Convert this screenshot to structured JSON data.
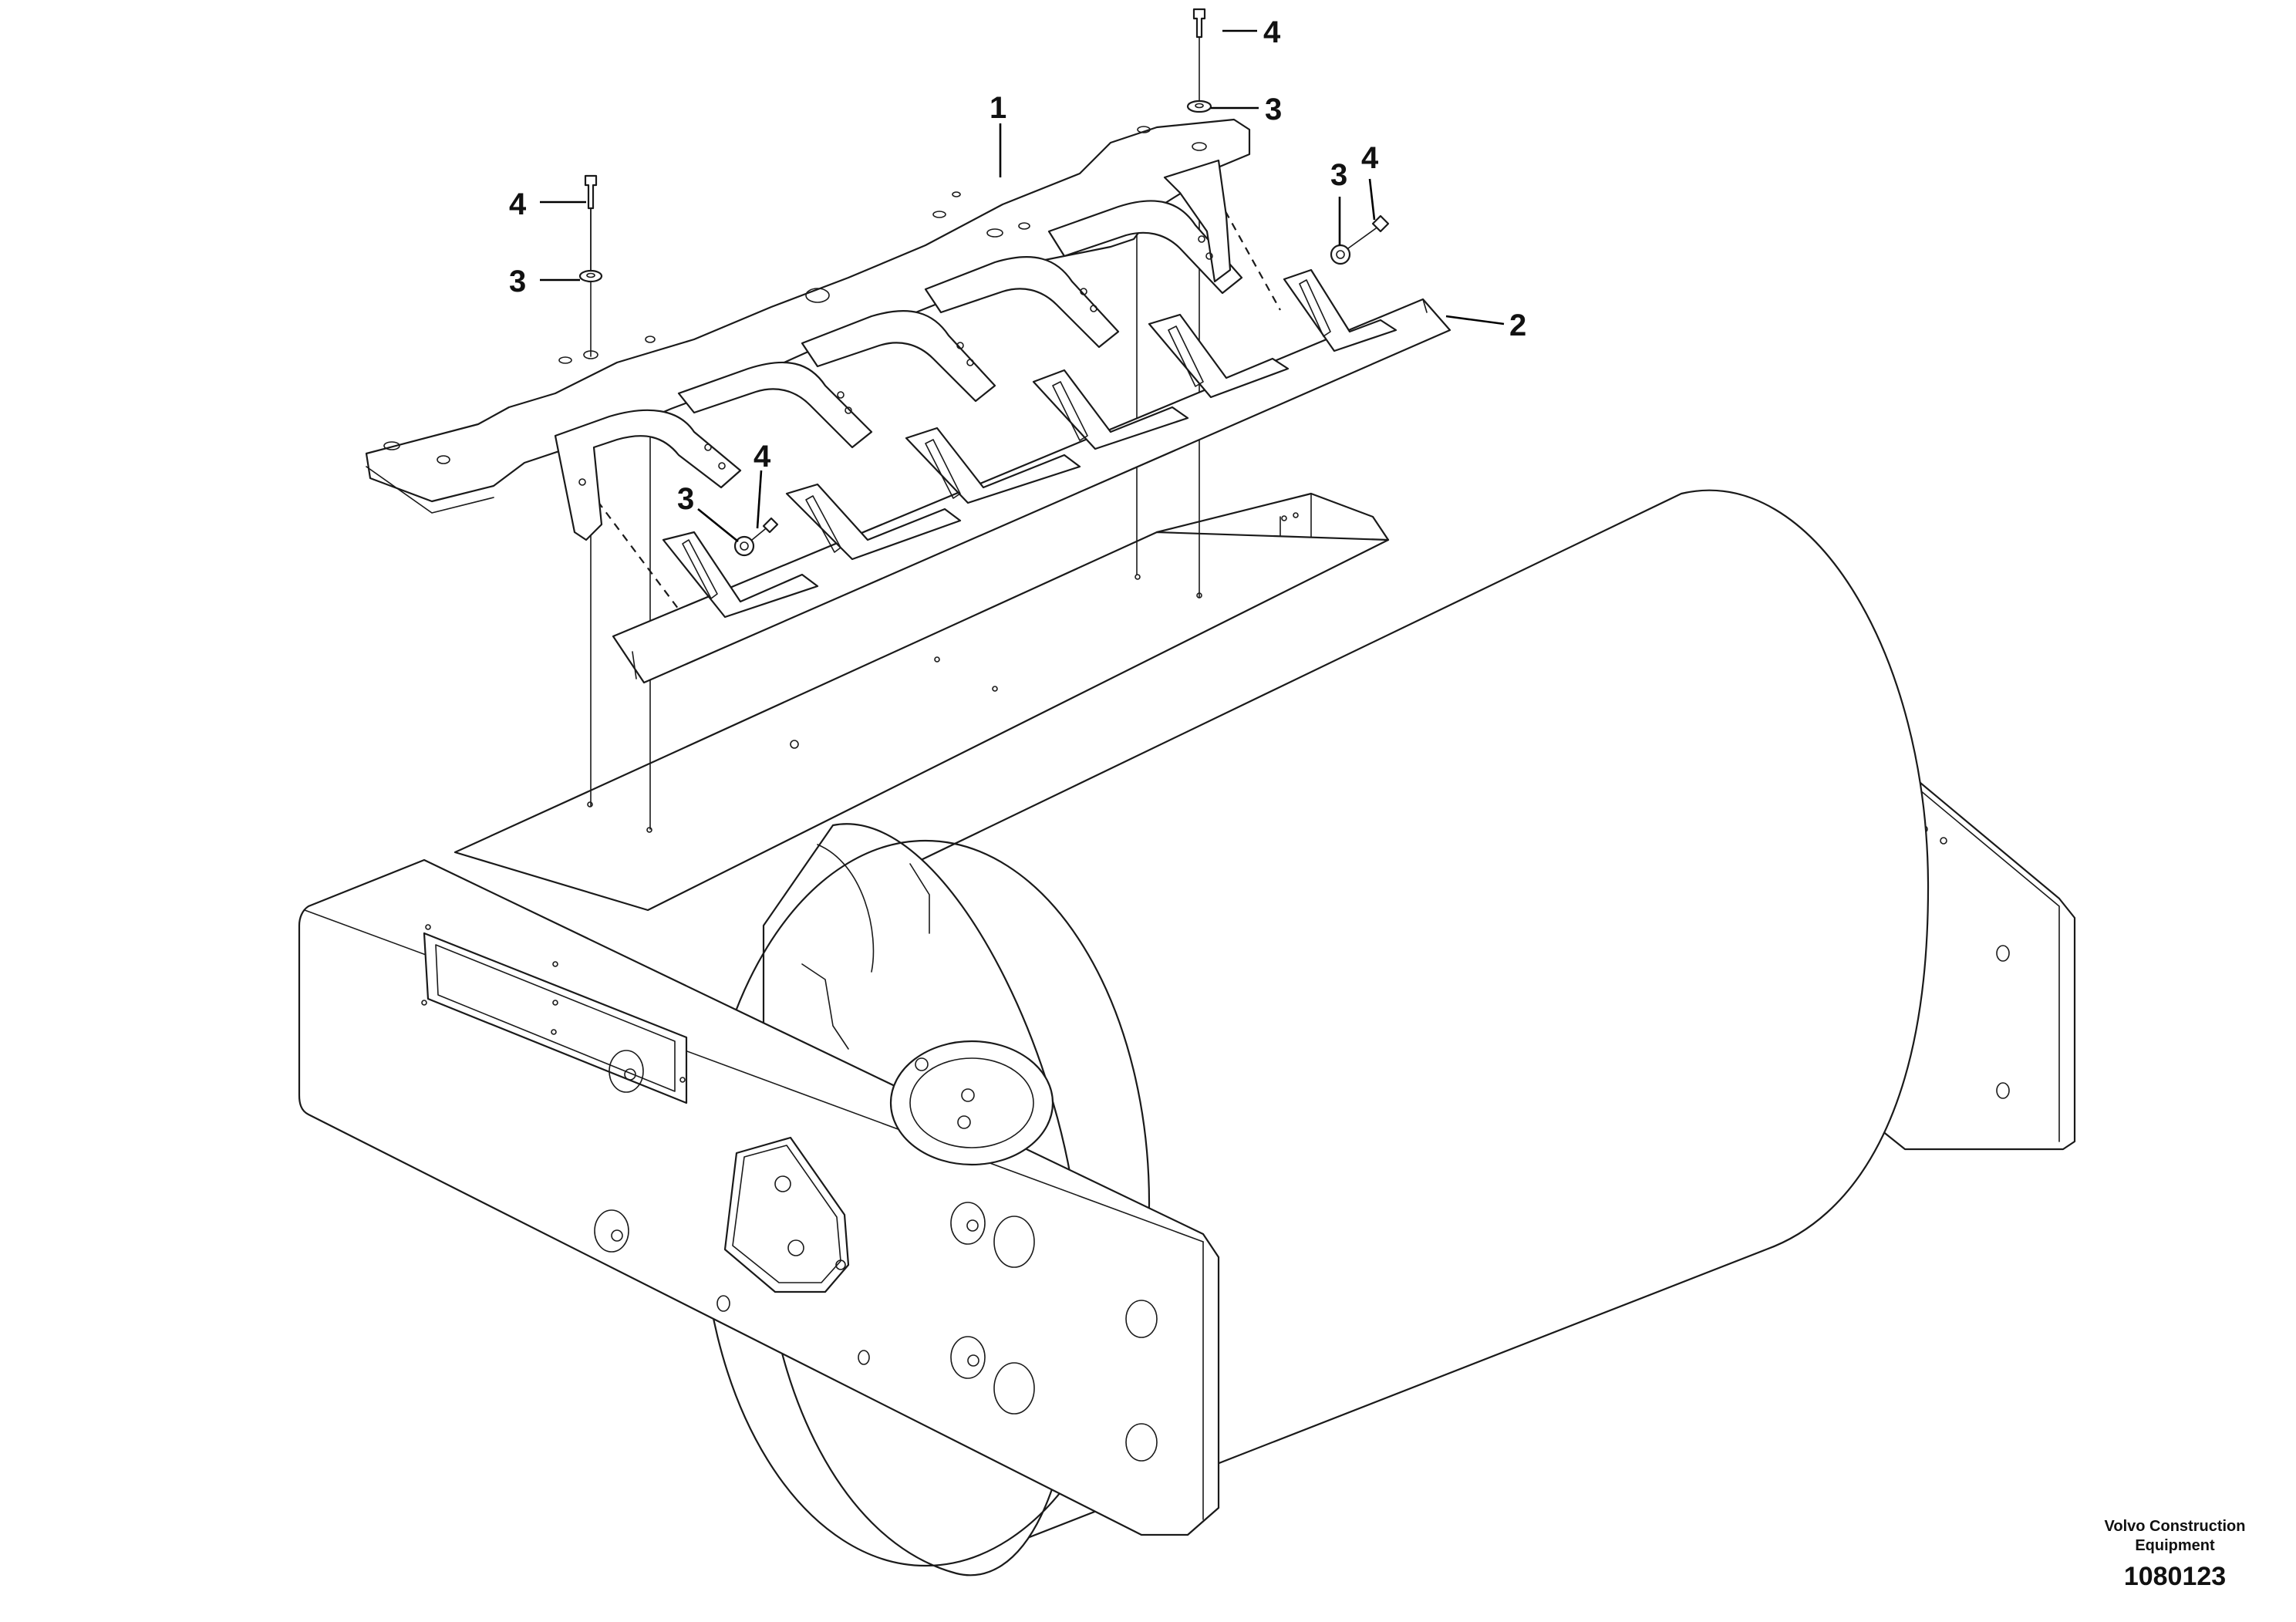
{
  "callouts": {
    "plate": "1",
    "scraper_blade": "2",
    "washer_top": "3",
    "washer_left": "3",
    "washer_front": "3",
    "washer_right": "3",
    "bolt_top": "4",
    "bolt_left": "4",
    "bolt_front": "4",
    "bolt_right": "4"
  },
  "stamp": {
    "brand_line1": "Volvo Construction",
    "brand_line2": "Equipment",
    "drawing_number": "1080123"
  }
}
